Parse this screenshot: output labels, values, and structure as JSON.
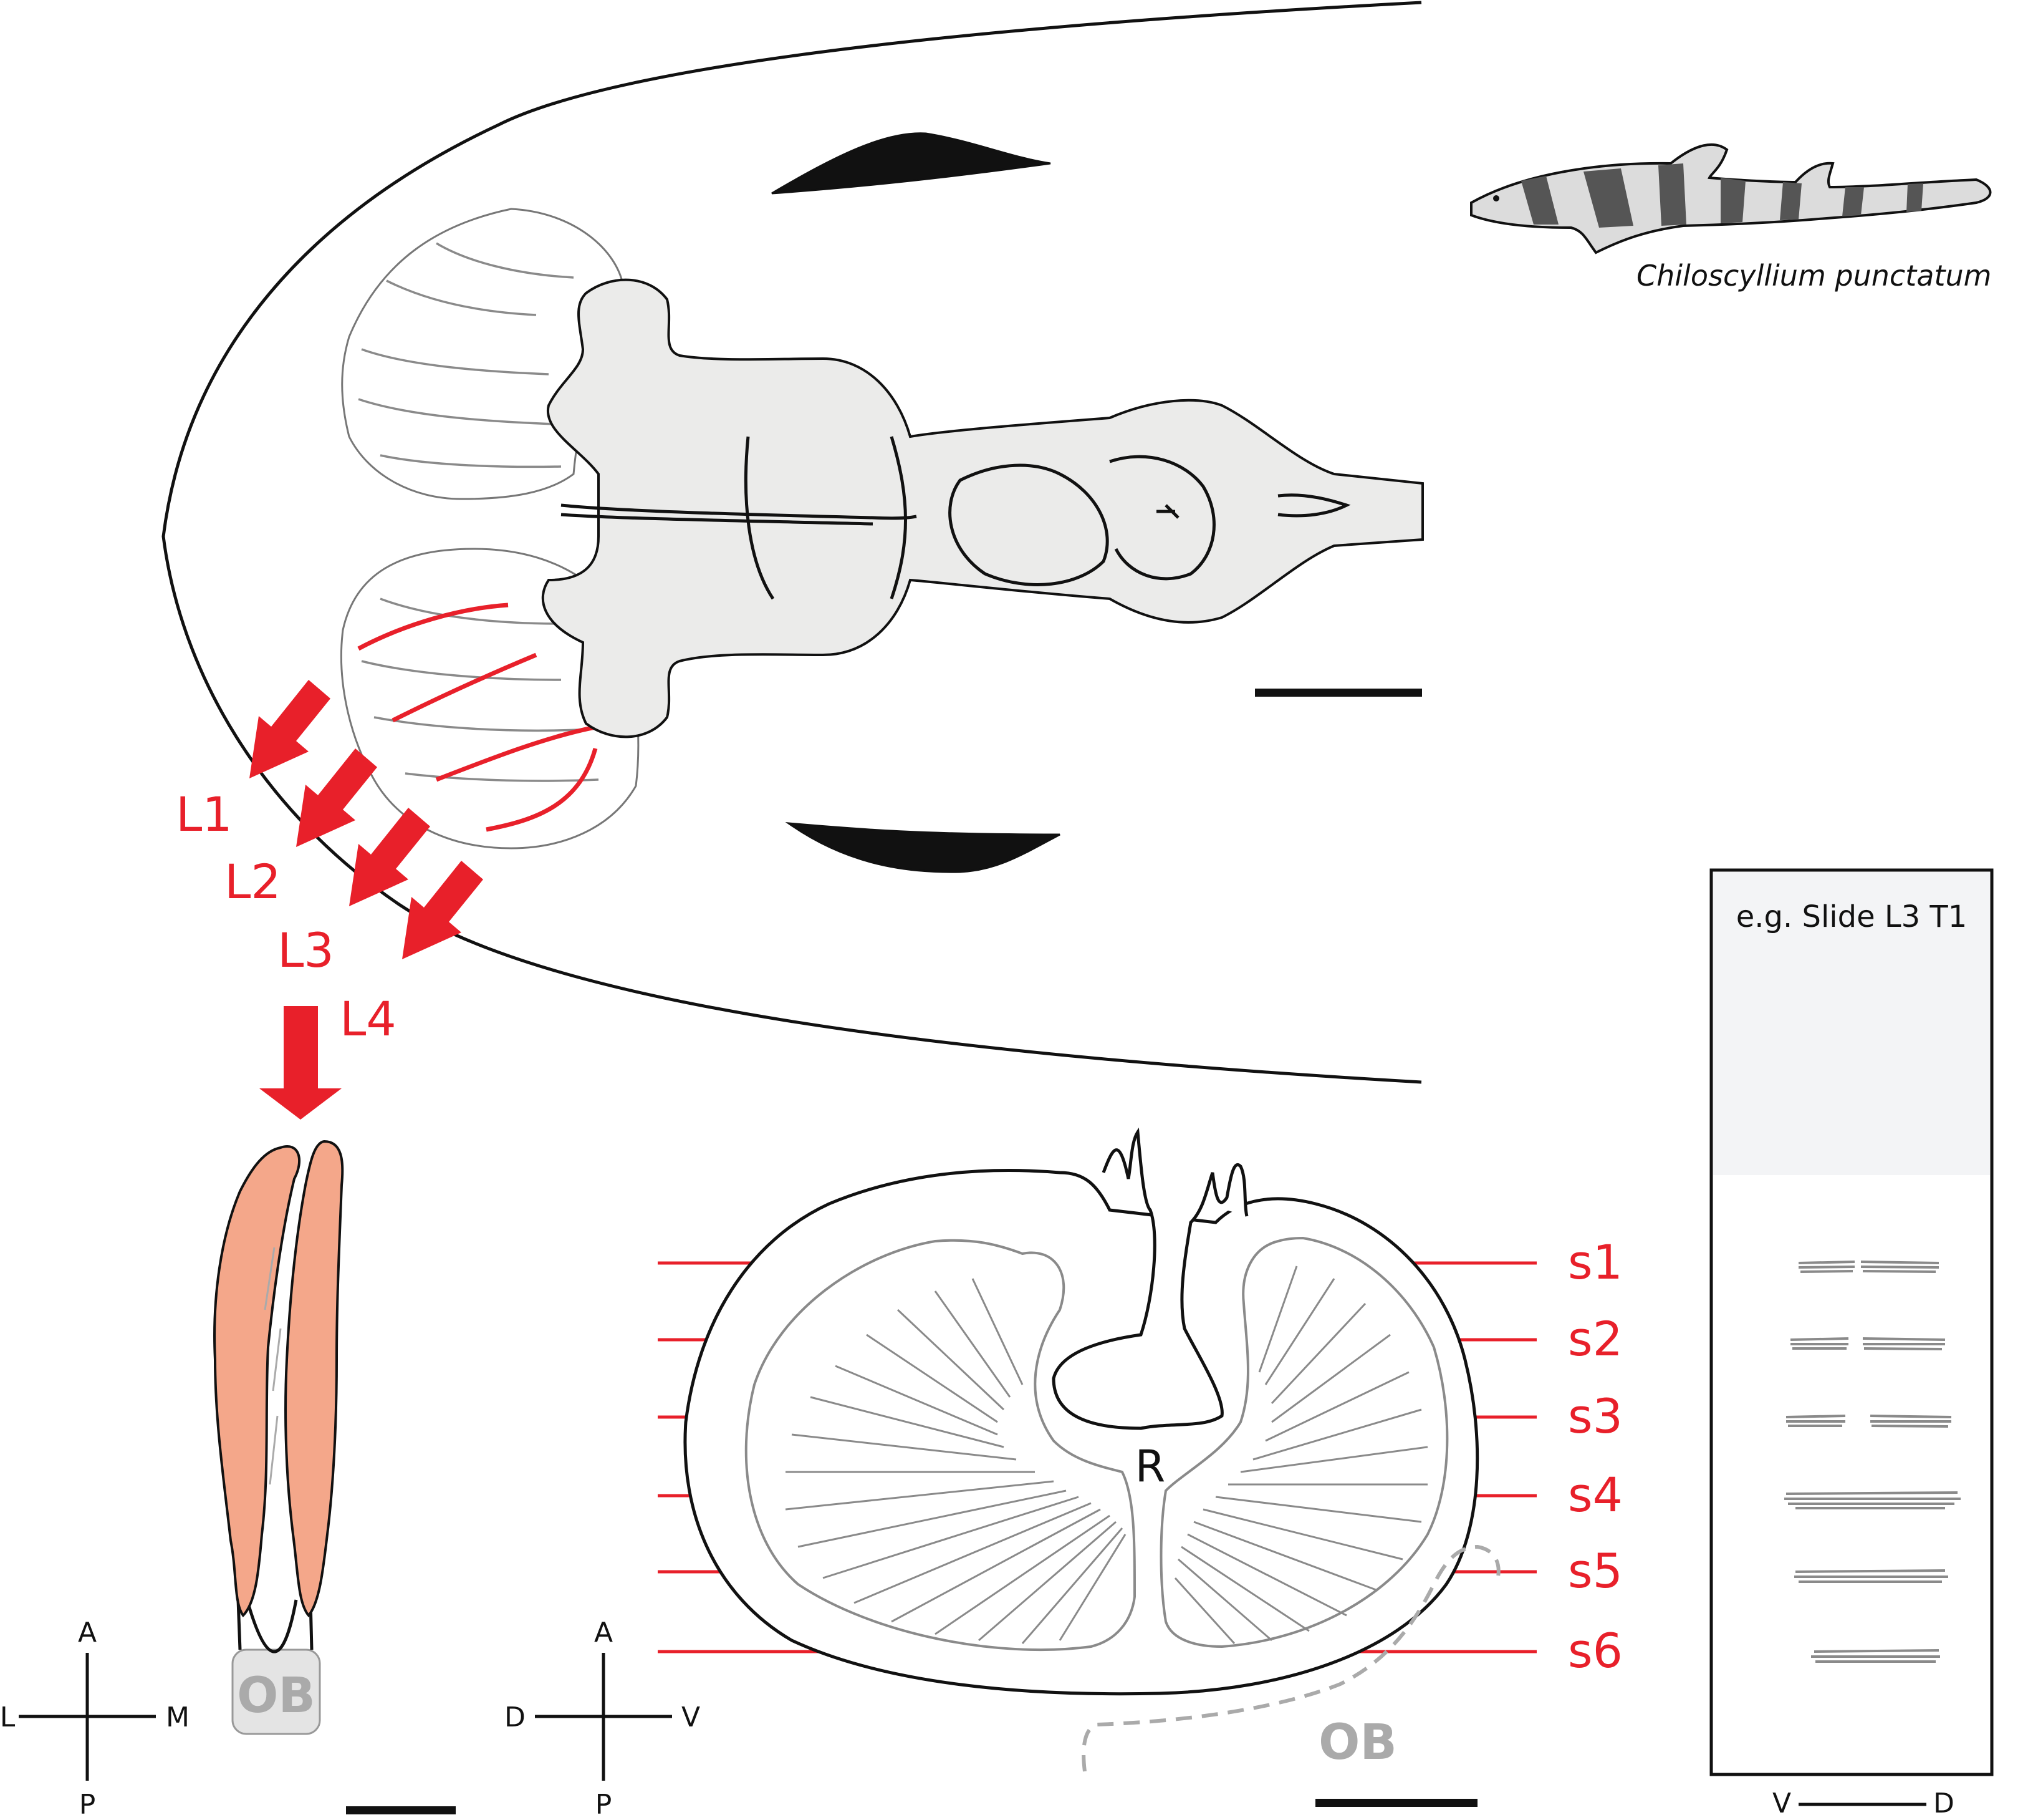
{
  "species": {
    "name": "Chiloscyllium punctatum",
    "icon": "shark-icon"
  },
  "lamellae_labels": [
    "L1",
    "L2",
    "L3",
    "L4"
  ],
  "section_labels": [
    "s1",
    "s2",
    "s3",
    "s4",
    "s5",
    "s6"
  ],
  "cross_section": {
    "raphe_label": "R",
    "olfactory_bulb_label": "OB"
  },
  "lamella_panel": {
    "olfactory_bulb_label": "OB"
  },
  "orientation_left": {
    "up": "A",
    "down": "P",
    "left": "L",
    "right": "M"
  },
  "orientation_mid": {
    "up": "A",
    "down": "P",
    "left": "D",
    "right": "V"
  },
  "slide": {
    "title": "e.g. Slide L3 T1",
    "axis_left": "V",
    "axis_right": "D"
  },
  "colors": {
    "accent": "#e8202a",
    "lamella_fill": "#f4a78a",
    "brain_fill": "#ebebea",
    "ob_grey": "#aaaaaa",
    "slide_top": "#f3f4f6"
  }
}
